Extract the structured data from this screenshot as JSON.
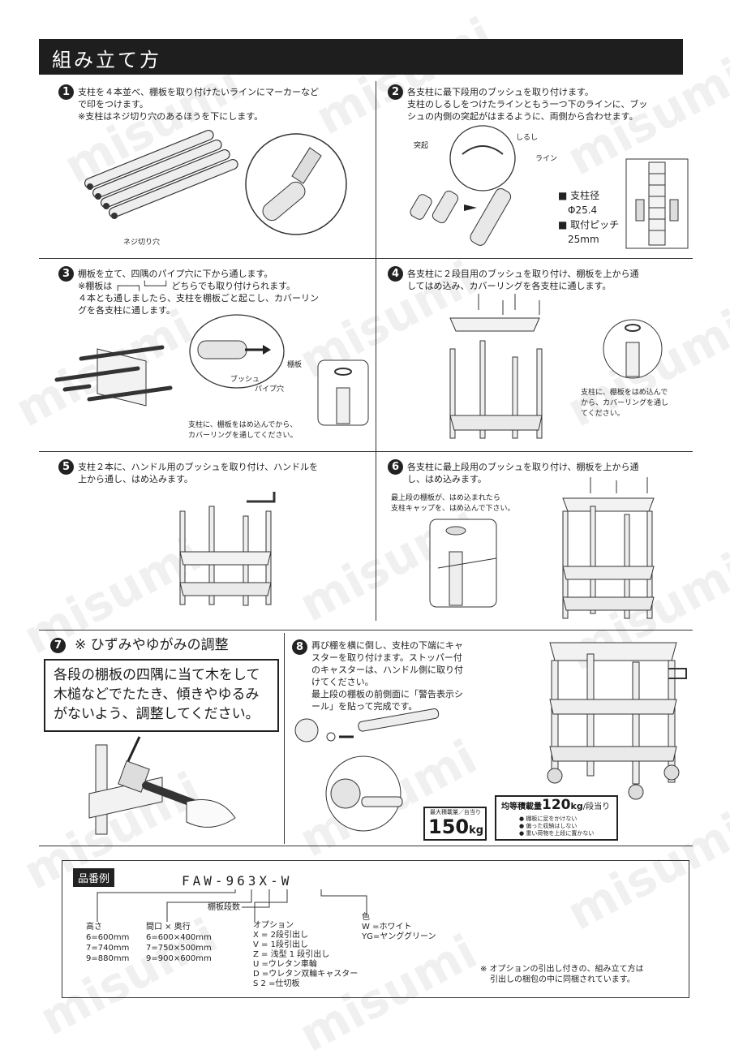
{
  "title": "組み立て方",
  "watermark": "misumi",
  "steps": [
    {
      "num": "1",
      "lines": [
        "支柱を４本並べ、棚板を取り付けたいラインにマーカーなど",
        "で印をつけます。",
        "※支柱はネジ切り穴のあるほうを下にします。"
      ],
      "label": "ネジ切り穴"
    },
    {
      "num": "2",
      "lines": [
        "各支柱に最下段用のブッシュを取り付けます。",
        "支柱のしるしをつけたラインともう一つ下のラインに、ブッ",
        "シュの内側の突起がはまるように、両側から合わせます。"
      ],
      "labels": {
        "protrusion": "突起",
        "mark": "しるし",
        "line": "ライン"
      },
      "spec": [
        "■ 支柱径",
        "Φ25.4",
        "■ 取付ピッチ",
        "25mm"
      ]
    },
    {
      "num": "3",
      "lines": [
        "棚板を立て、四隅のパイプ穴に下から通します。",
        "※棚板は ┌───┐└───┘ どちらでも取り付けられます。",
        "４本とも通しましたら、支柱を棚板ごと起こし、カバーリン",
        "グを各支柱に通します。"
      ],
      "labels": {
        "shelf": "棚板",
        "bush": "ブッシュ",
        "pipe_hole": "パイプ穴"
      },
      "note": [
        "支柱に、棚板をはめ込んでから、",
        "カバーリングを通してください。"
      ]
    },
    {
      "num": "4",
      "lines": [
        "各支柱に２段目用のブッシュを取り付け、棚板を上から通",
        "してはめ込み、カバーリングを各支柱に通します。"
      ],
      "note": [
        "支柱に、棚板をはめ込んで",
        "から、カバーリングを通し",
        "てください。"
      ]
    },
    {
      "num": "5",
      "lines": [
        "支柱２本に、ハンドル用のブッシュを取り付け、ハンドルを",
        "上から通し、はめ込みます。"
      ]
    },
    {
      "num": "6",
      "lines": [
        "各支柱に最上段用のブッシュを取り付け、棚板を上から通",
        "し、はめ込みます。"
      ],
      "note": [
        "最上段の棚板が、はめ込まれたら",
        "支柱キャップを、はめ込んで下さい。"
      ]
    },
    {
      "num": "7",
      "heading": "※ ひずみやゆがみの調整",
      "boxed": [
        "各段の棚板の四隅に当て木をして",
        "木槌などでたたき、傾きやゆるみ",
        "がないよう、調整してください。"
      ]
    },
    {
      "num": "8",
      "lines": [
        "再び棚を横に倒し、支柱の下端にキャ",
        "スターを取り付けます。ストッパー付",
        "のキャスターは、ハンドル側に取り付",
        "けてください。",
        "最上段の棚板の前側面に「警告表示シ",
        "ール」を貼って完成です。"
      ]
    }
  ],
  "load_max": {
    "label": "最大積載量／台当り",
    "value": "150",
    "unit": "kg"
  },
  "load_even": {
    "label": "均等積載量",
    "value": "120",
    "unit": "kg",
    "suffix": "/段当り",
    "bullets": [
      "● 棚板に足をかけない",
      "● 偏った収納はしない",
      "● 重い荷物を上段に置かない"
    ]
  },
  "part_number": {
    "tag": "品番例",
    "code": "FAW-963X-W",
    "shelves": "棚板段数",
    "height": {
      "title": "高さ",
      "items": [
        "6=600mm",
        "7=740mm",
        "9=880mm"
      ]
    },
    "frontage": {
      "title": "間口 × 奥行",
      "items": [
        "6=600×400mm",
        "7=750×500mm",
        "9=900×600mm"
      ]
    },
    "option": {
      "title": "オプション",
      "items": [
        "X = 2段引出し",
        "V = 1段引出し",
        "Z = 浅型 1 段引出し",
        "U =ウレタン車輪",
        "D =ウレタン双輪キャスター",
        "S 2 =仕切板"
      ]
    },
    "color": {
      "title": "色",
      "items": [
        "W =ホワイト",
        "YG=ヤンググリーン"
      ]
    },
    "footnote": [
      "※ オプションの引出し付きの、組み立て方は",
      "引出しの梱包の中に同梱されています。"
    ]
  }
}
